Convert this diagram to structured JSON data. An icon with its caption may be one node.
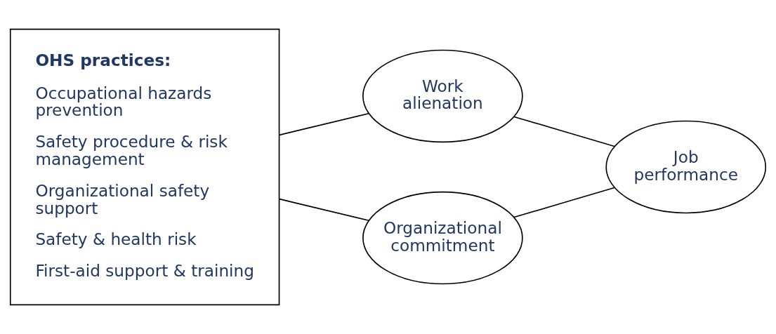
{
  "diagram": {
    "nodes": [
      {
        "text": [
          "OHS practices:",
          "Occupational hazards prevention",
          "Safety procedure & risk management",
          "Organizational safety support",
          "Safety & health risk",
          "First-aid support & training"
        ]
      },
      {
        "text": [
          "Work alienation"
        ]
      },
      {
        "text": [
          "Organizational commitment"
        ]
      },
      {
        "text": [
          "Job performance"
        ]
      }
    ],
    "edges": [
      {
        "from": 0,
        "to": 1,
        "arrow": "none"
      },
      {
        "from": 0,
        "to": 2,
        "arrow": "none"
      },
      {
        "from": 1,
        "to": 3,
        "arrow": "none"
      },
      {
        "from": 2,
        "to": 3,
        "arrow": "none"
      }
    ]
  }
}
